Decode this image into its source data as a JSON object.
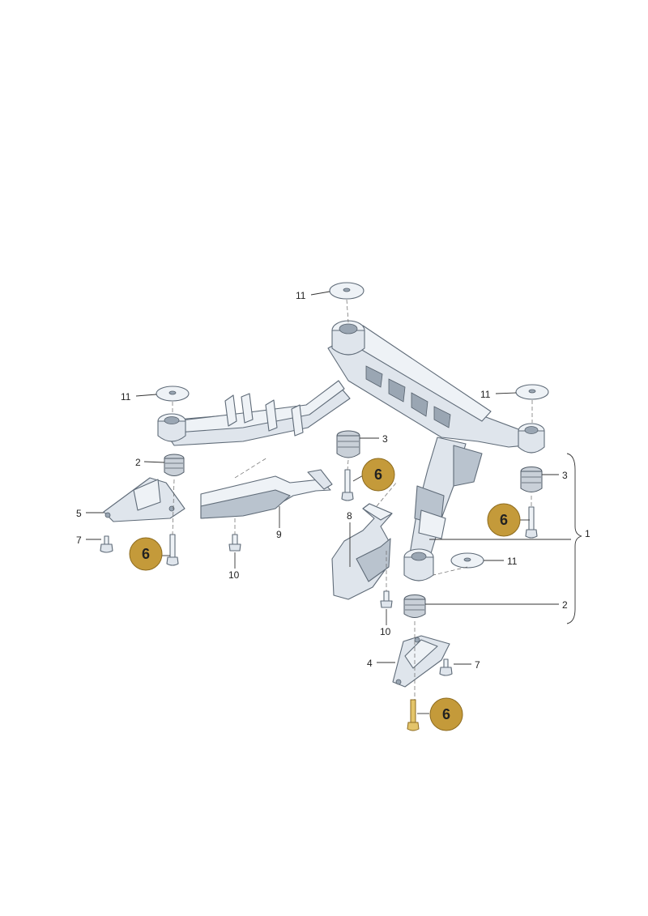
{
  "callouts": {
    "c1": "1",
    "c2a": "2",
    "c2b": "2",
    "c3a": "3",
    "c3b": "3",
    "c4": "4",
    "c5": "5",
    "c7a": "7",
    "c7b": "7",
    "c8": "8",
    "c9": "9",
    "c10a": "10",
    "c10b": "10",
    "c11a": "11",
    "c11b": "11",
    "c11c": "11",
    "c11d": "11"
  },
  "badges": {
    "b1": "6",
    "b2": "6",
    "b3": "6",
    "b4": "6"
  },
  "colors": {
    "badge_fill": "#c49a3a",
    "part_fill": "#dfe5ec",
    "highlight_bolt": "#e3c46a"
  }
}
